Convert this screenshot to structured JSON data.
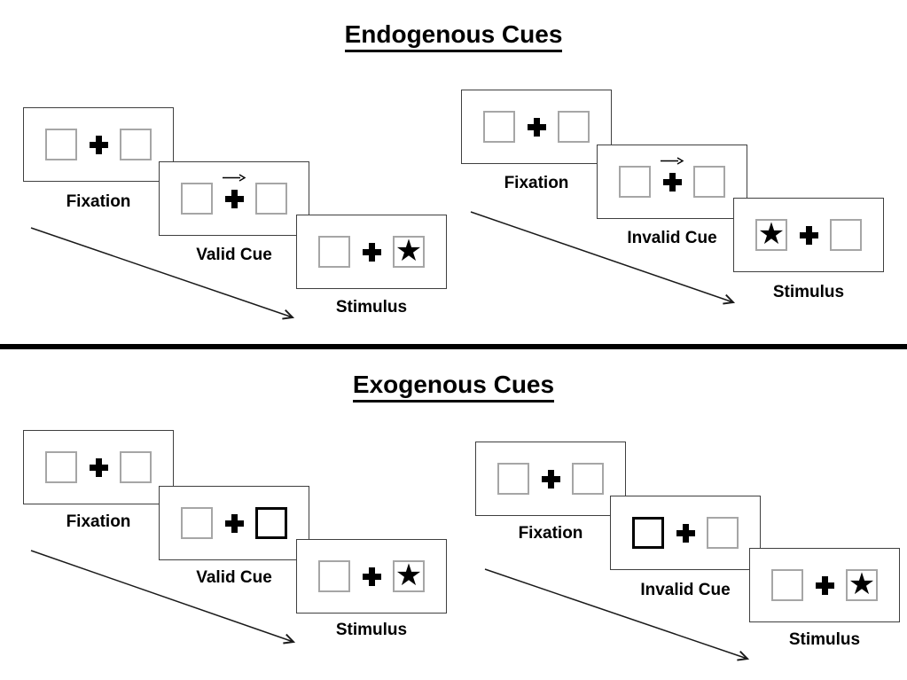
{
  "glyphs": {
    "star": "★"
  },
  "colors": {
    "ink": "#000000",
    "panel_border": "#3f3f3f",
    "placeholder_square_border": "#a6a6a6",
    "cue_square_border": "#000000",
    "background": "#ffffff"
  },
  "sections": [
    {
      "title": "Endogenous Cues",
      "groups": [
        {
          "name": "valid",
          "trials": [
            {
              "label": "Fixation",
              "cue": "none",
              "target": "none"
            },
            {
              "label": "Valid Cue",
              "cue": "central-arrow-right",
              "target": "none"
            },
            {
              "label": "Stimulus",
              "cue": "none",
              "target": "star-right"
            }
          ]
        },
        {
          "name": "invalid",
          "trials": [
            {
              "label": "Fixation",
              "cue": "none",
              "target": "none"
            },
            {
              "label": "Invalid Cue",
              "cue": "central-arrow-right",
              "target": "none"
            },
            {
              "label": "Stimulus",
              "cue": "none",
              "target": "star-left"
            }
          ]
        }
      ]
    },
    {
      "title": "Exogenous Cues",
      "groups": [
        {
          "name": "valid",
          "trials": [
            {
              "label": "Fixation",
              "cue": "none",
              "target": "none"
            },
            {
              "label": "Valid Cue",
              "cue": "bold-box-right",
              "target": "none"
            },
            {
              "label": "Stimulus",
              "cue": "none",
              "target": "star-right"
            }
          ]
        },
        {
          "name": "invalid",
          "trials": [
            {
              "label": "Fixation",
              "cue": "none",
              "target": "none"
            },
            {
              "label": "Invalid Cue",
              "cue": "bold-box-left",
              "target": "none"
            },
            {
              "label": "Stimulus",
              "cue": "none",
              "target": "star-right"
            }
          ]
        }
      ]
    }
  ]
}
